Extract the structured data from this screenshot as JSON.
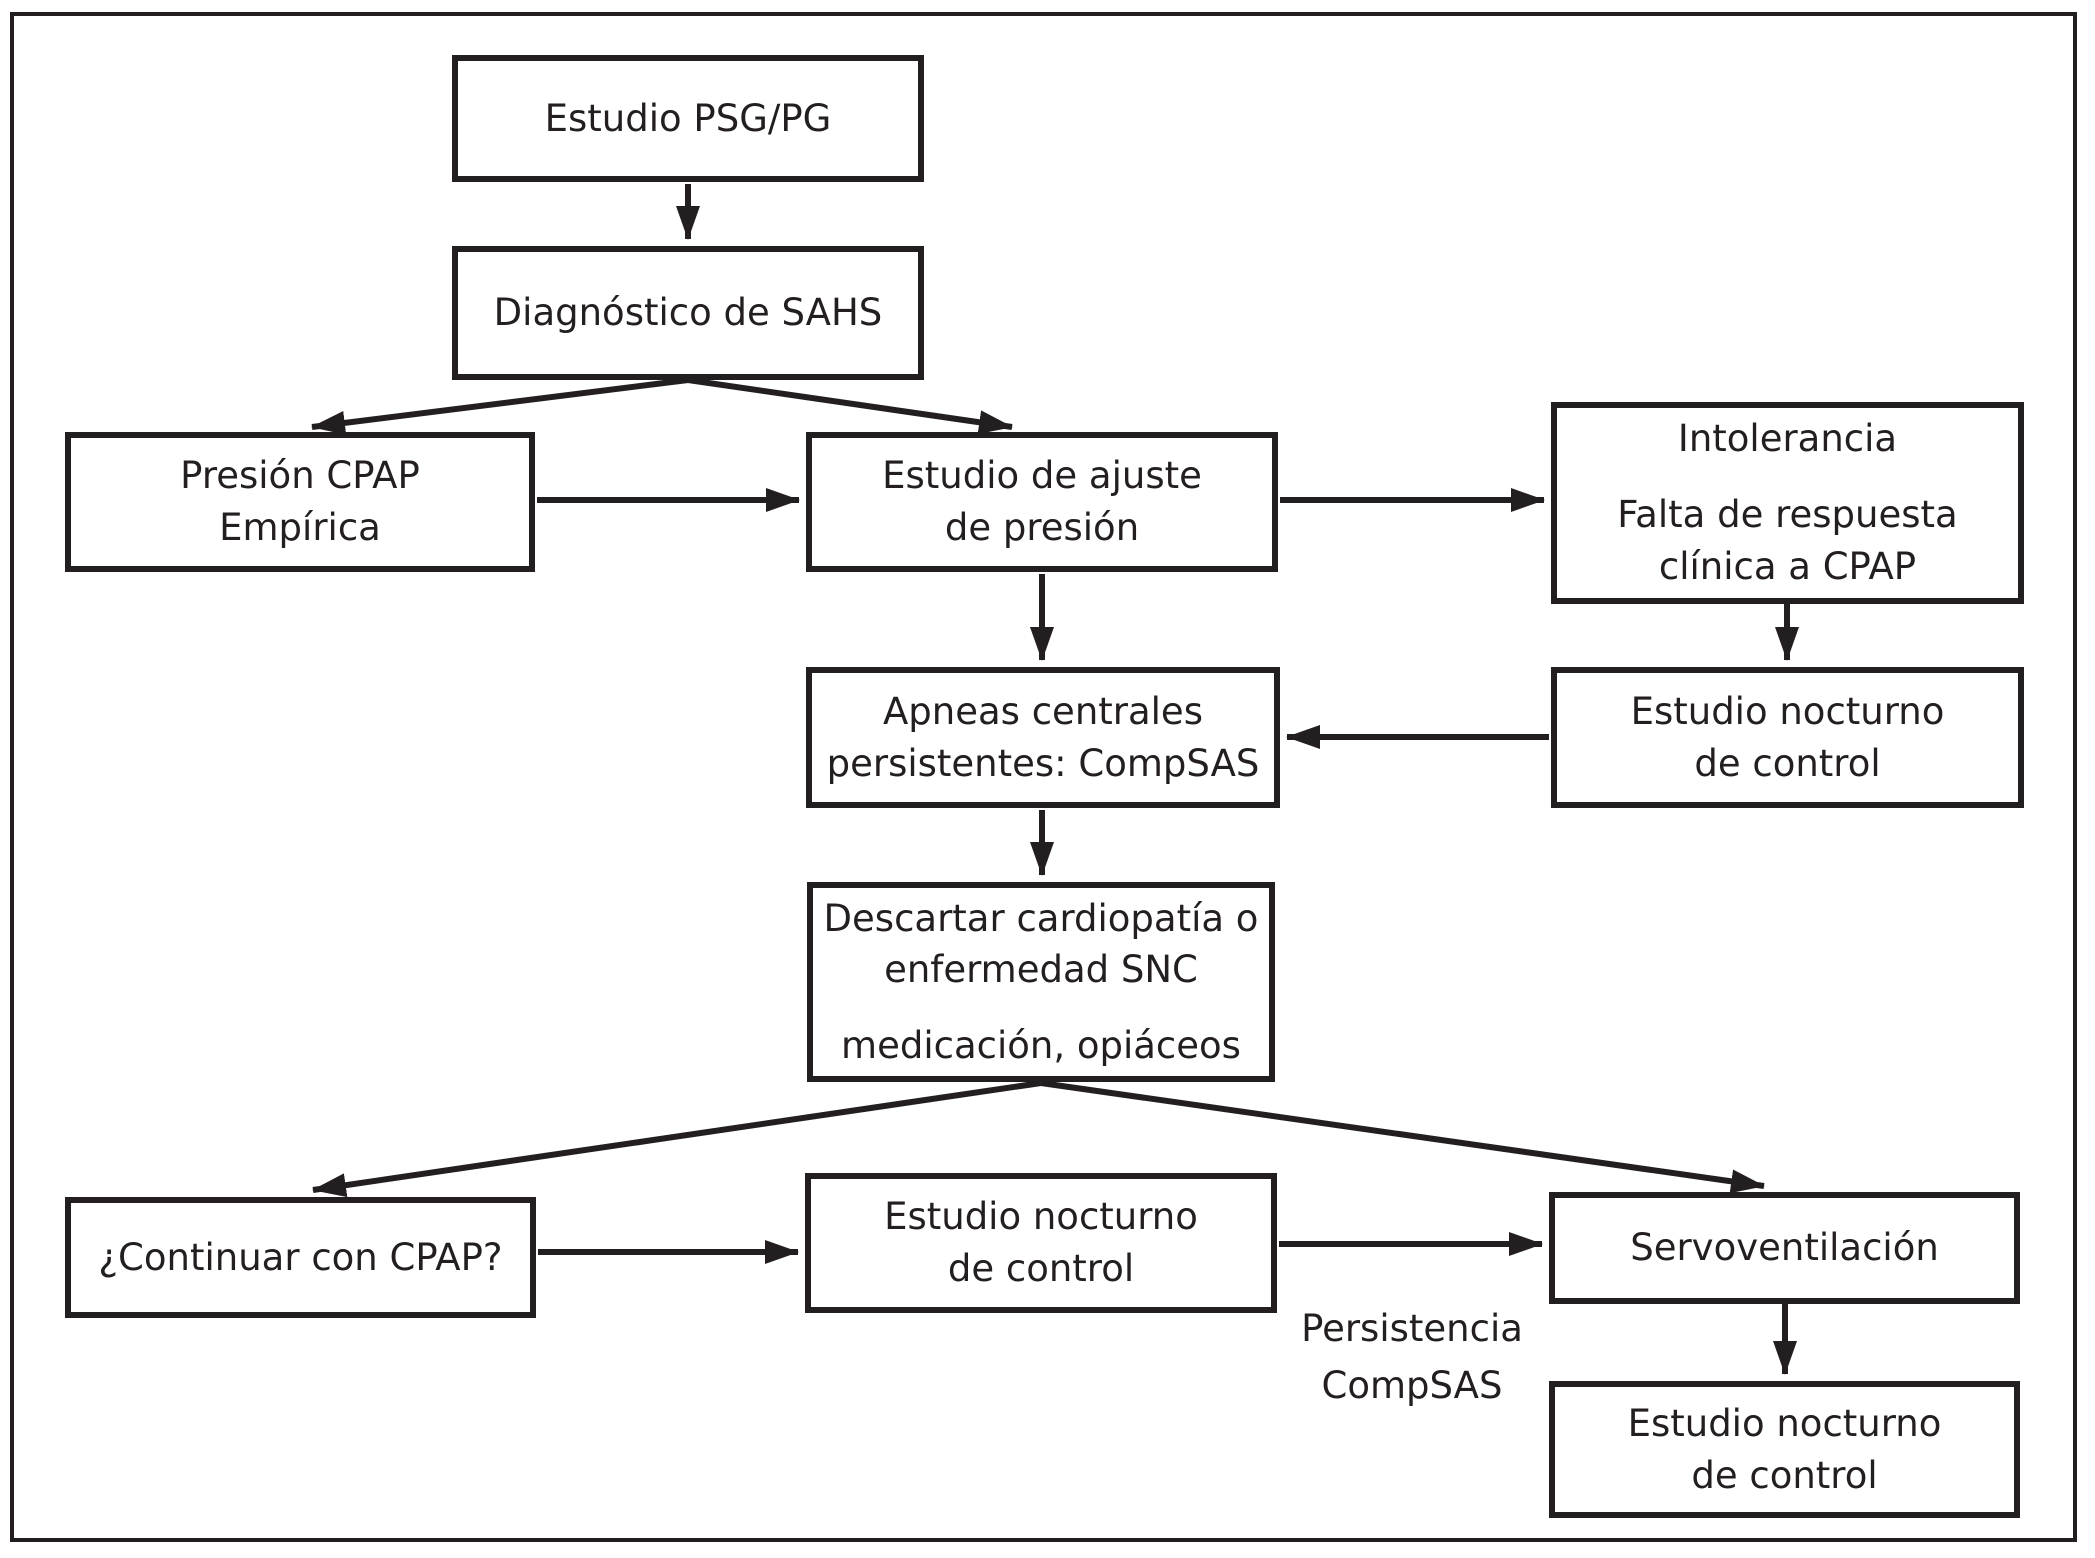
{
  "figure": {
    "background_color": "#ffffff",
    "ink_color": "#231f20",
    "type": "flowchart",
    "nodes": {
      "psg": {
        "text": "Estudio PSG/PG"
      },
      "sahs": {
        "text": "Diagnóstico de SAHS"
      },
      "cpap_empirica": {
        "text": "Presión CPAP\nEmpírica"
      },
      "ajuste": {
        "text": "Estudio de ajuste\nde presión"
      },
      "intolerancia": {
        "line1": "Intolerancia",
        "line2": "Falta de respuesta\nclínica a CPAP"
      },
      "apneas": {
        "text": "Apneas centrales\npersistentes: CompSAS"
      },
      "nocturno_control_1": {
        "text": "Estudio nocturno\nde control"
      },
      "descartar": {
        "line1": "Descartar cardiopatía o\nenfermedad SNC",
        "line2": "medicación, opiáceos"
      },
      "continuar": {
        "text": "¿Continuar con CPAP?"
      },
      "nocturno_control_2": {
        "text": "Estudio nocturno\nde control"
      },
      "servoventilacion": {
        "text": "Servoventilación"
      },
      "nocturno_control_3": {
        "text": "Estudio nocturno\nde control"
      }
    },
    "edge_labels": {
      "persistencia": "Persistencia\nCompSAS"
    },
    "edges": [
      "psg -> sahs",
      "sahs -> cpap_empirica",
      "sahs -> ajuste",
      "cpap_empirica -> ajuste",
      "ajuste -> intolerancia",
      "ajuste -> apneas",
      "intolerancia -> nocturno_control_1",
      "nocturno_control_1 -> apneas",
      "apneas -> descartar",
      "descartar -> continuar",
      "descartar -> servoventilacion",
      "continuar -> nocturno_control_2",
      "nocturno_control_2 -> servoventilacion (Persistencia CompSAS)",
      "servoventilacion -> nocturno_control_3"
    ]
  }
}
